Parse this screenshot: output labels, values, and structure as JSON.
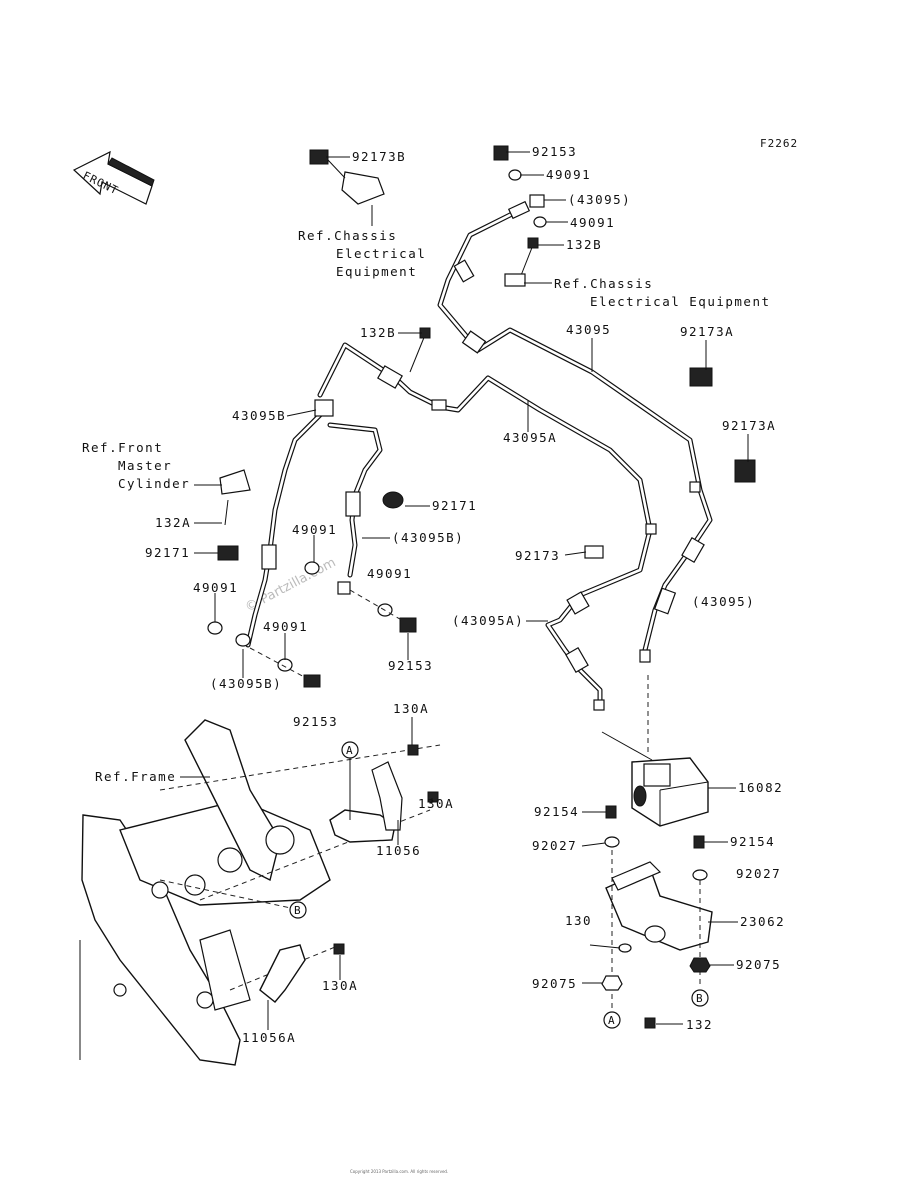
{
  "diagram_code": "F2262",
  "front_arrow": {
    "text": "FRONT",
    "icon": "front-direction-arrow-icon"
  },
  "watermark": "© Partzilla.com",
  "copyright": "Copyright 2013 Partzilla.com. All rights reserved.",
  "callouts": {
    "circle_a": "A",
    "circle_b": "B"
  },
  "labels": {
    "p92173B": "92173B",
    "ref_chassis_1_l1": "Ref.Chassis",
    "ref_chassis_1_l2": "Electrical",
    "ref_chassis_1_l3": "Equipment",
    "p92153_top": "92153",
    "p49091_top1": "49091",
    "p43095_paren_top": "(43095)",
    "p49091_top2": "49091",
    "p132B_top": "132B",
    "ref_chassis_2_l1": "Ref.Chassis",
    "ref_chassis_2_l2": "Electrical Equipment",
    "p43095": "43095",
    "p92173A_1": "92173A",
    "p132B_mid": "132B",
    "p43095B": "43095B",
    "p43095A": "43095A",
    "p92173A_2": "92173A",
    "ref_front_l1": "Ref.Front",
    "ref_front_l2": "Master",
    "ref_front_l3": "Cylinder",
    "p92171_right": "92171",
    "p132A_left": "132A",
    "p49091_mid": "49091",
    "p43095B_paren": "(43095B)",
    "p92171_left": "92171",
    "p92173": "92173",
    "p49091_center": "49091",
    "p49091_left": "49091",
    "p43095A_paren": "(43095A)",
    "p43095_paren_right": "(43095)",
    "p49091_low": "49091",
    "p92153_mid": "92153",
    "p43095B_paren_low": "(43095B)",
    "p92153_low": "92153",
    "p130A_top": "130A",
    "ref_frame": "Ref.Frame",
    "p130A_mid": "130A",
    "p11056": "11056",
    "p16082": "16082",
    "p92154_left": "92154",
    "p92154_right": "92154",
    "p92027_left": "92027",
    "p92027_right": "92027",
    "p130": "130",
    "p23062": "23062",
    "p92075_right": "92075",
    "p92075_left": "92075",
    "p130A_low": "130A",
    "p11056A": "11056A",
    "p132": "132"
  }
}
